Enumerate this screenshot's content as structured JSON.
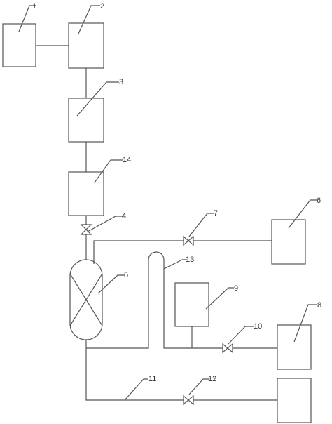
{
  "labels": {
    "l1": "1",
    "l2": "2",
    "l3": "3",
    "l4": "4",
    "l5": "5",
    "l6": "6",
    "l7": "7",
    "l8": "8",
    "l9": "9",
    "l10": "10",
    "l11": "11",
    "l12": "12",
    "l13": "13",
    "l14": "14"
  },
  "colors": {
    "line": "#555555",
    "background": "#ffffff"
  }
}
